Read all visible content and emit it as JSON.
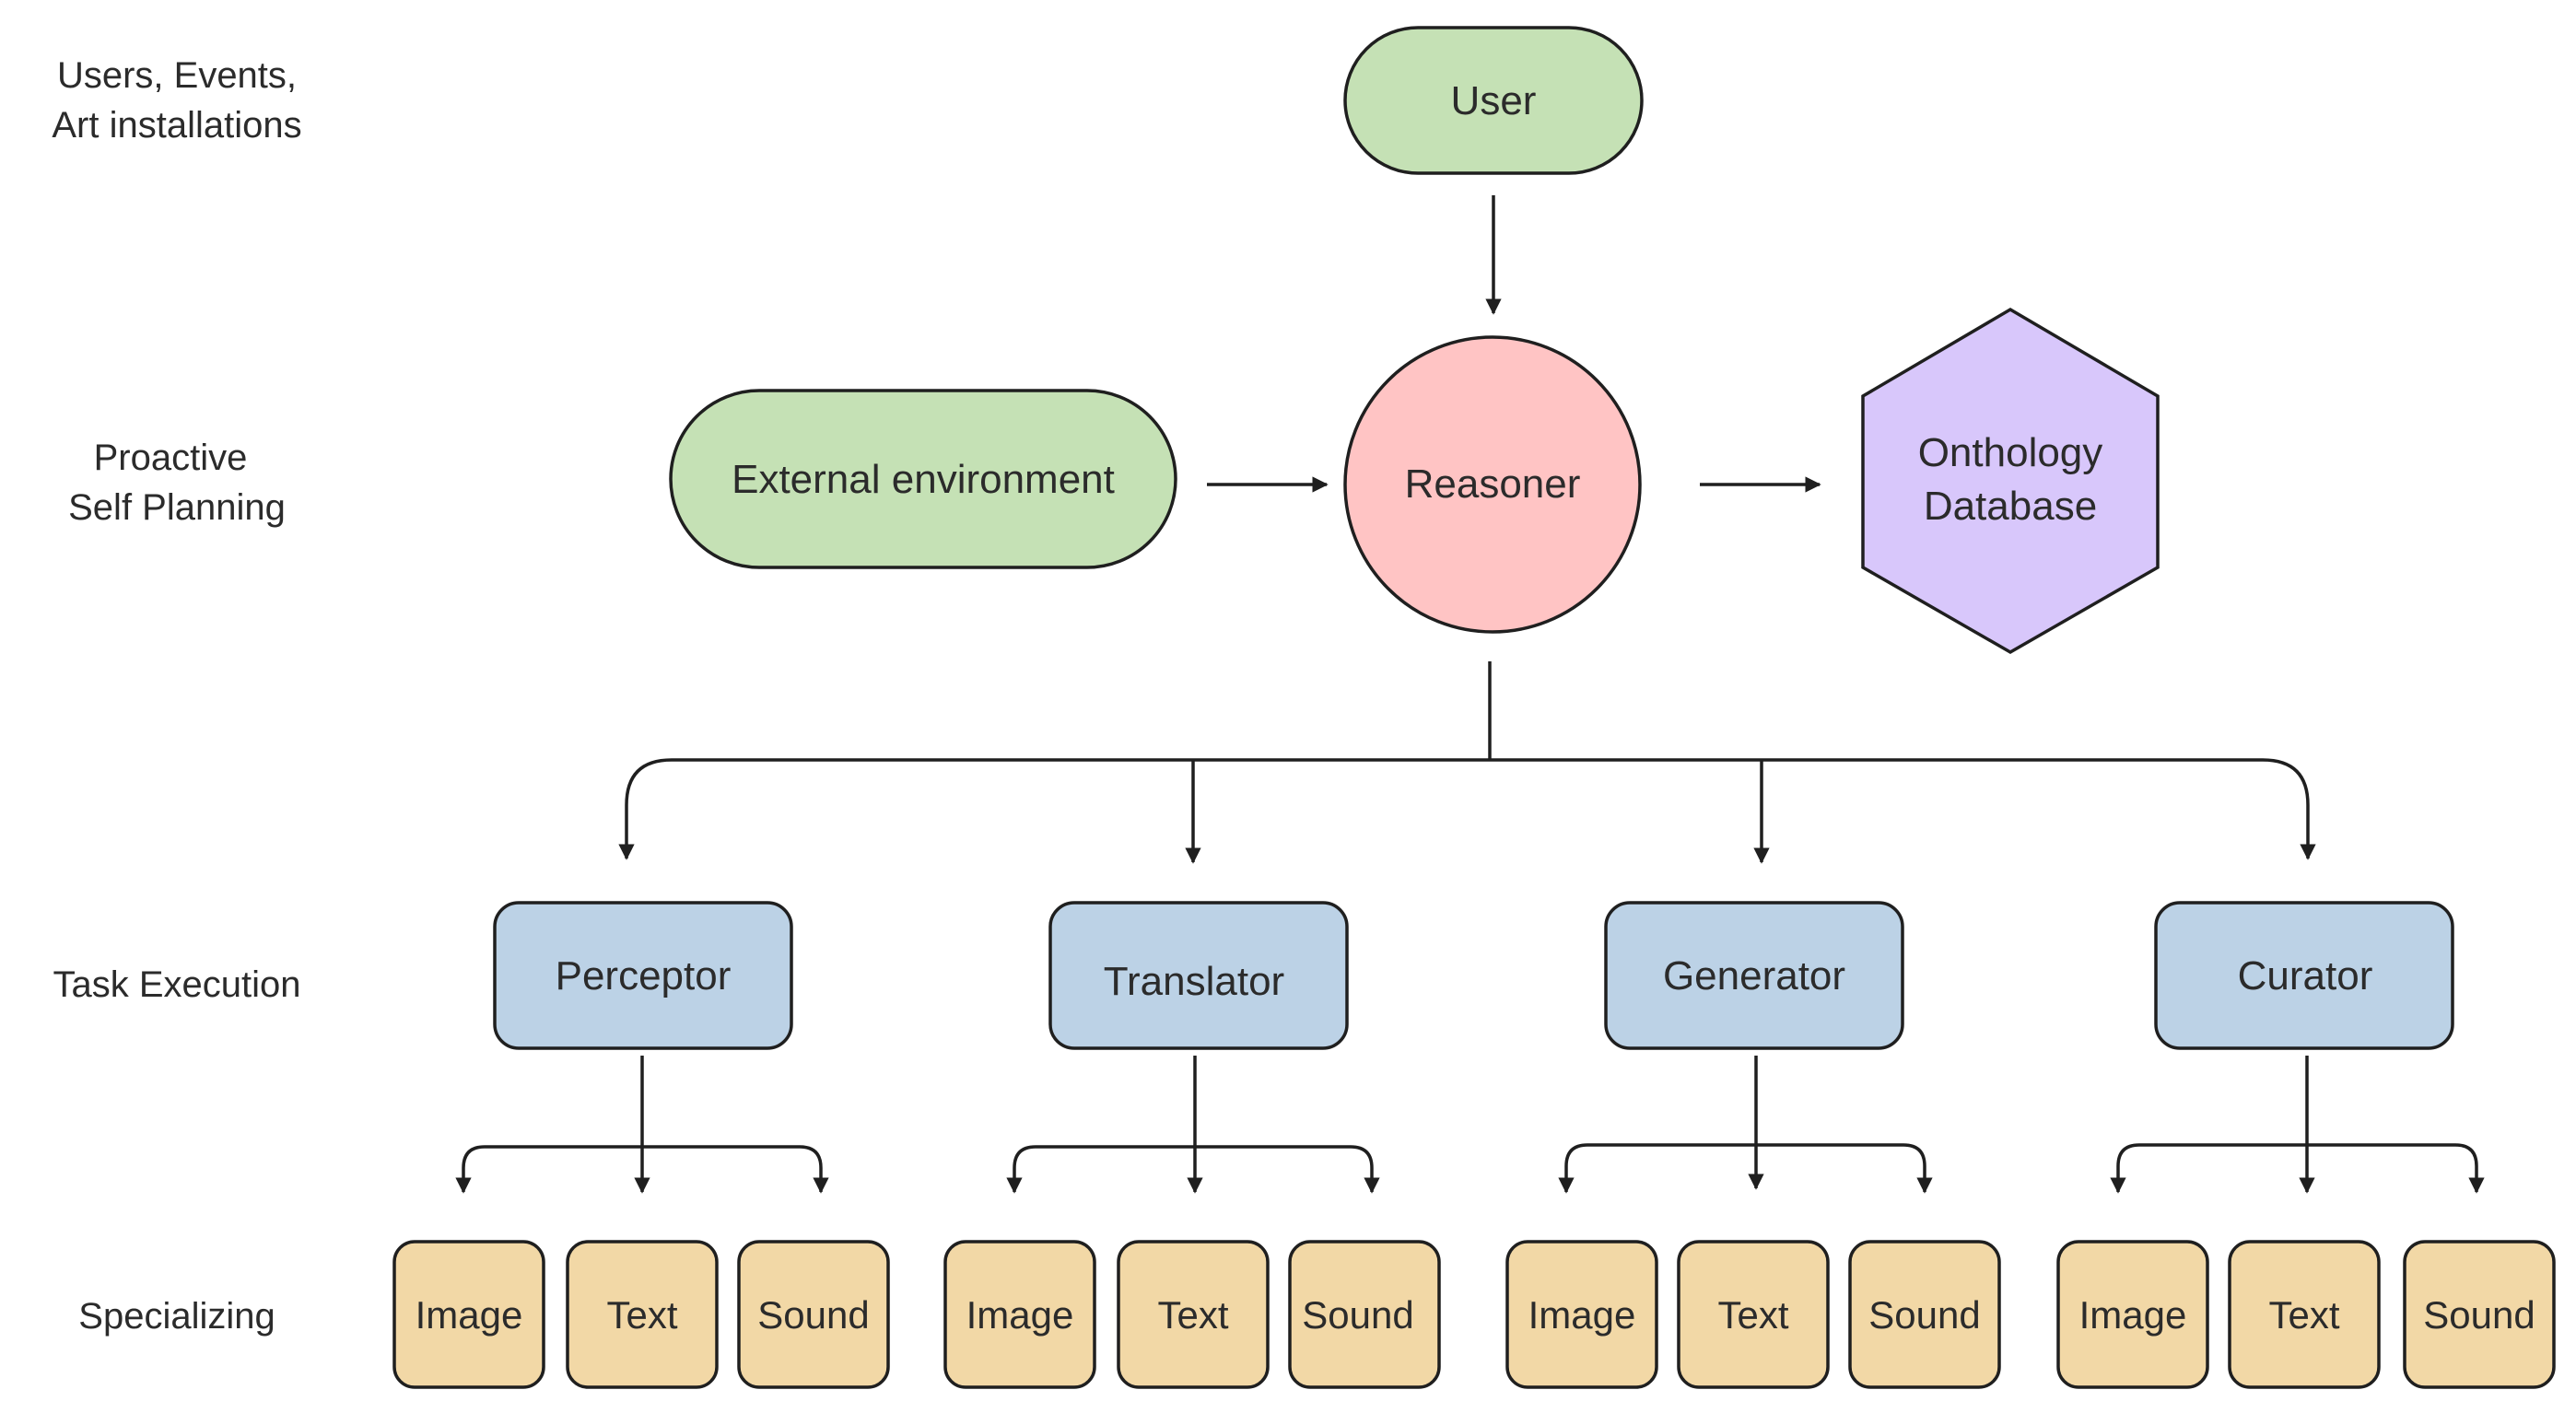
{
  "colors": {
    "user_fill": "#c5e1b5",
    "environment_fill": "#c5e1b5",
    "reasoner_fill": "#ffc4c4",
    "database_fill": "#d8c7fb",
    "agent_fill": "#bcd2e6",
    "specialist_fill": "#f2d8a6",
    "stroke": "#1f1f1f",
    "text": "#2b2b2b"
  },
  "row_labels": {
    "top": [
      "Users, Events,",
      "Art installations"
    ],
    "planning": [
      "Proactive",
      "Self Planning"
    ],
    "task": "Task Execution",
    "specializing": "Specializing"
  },
  "nodes": {
    "user": "User",
    "environment": "External environment",
    "reasoner": "Reasoner",
    "database": [
      "Onthology",
      "Database"
    ]
  },
  "agents": [
    {
      "name": "Perceptor",
      "specialists": [
        "Image",
        "Text",
        "Sound"
      ]
    },
    {
      "name": "Translator",
      "specialists": [
        "Image",
        "Text",
        "Sound"
      ]
    },
    {
      "name": "Generator",
      "specialists": [
        "Image",
        "Text",
        "Sound"
      ]
    },
    {
      "name": "Curator",
      "specialists": [
        "Image",
        "Text",
        "Sound"
      ]
    }
  ]
}
